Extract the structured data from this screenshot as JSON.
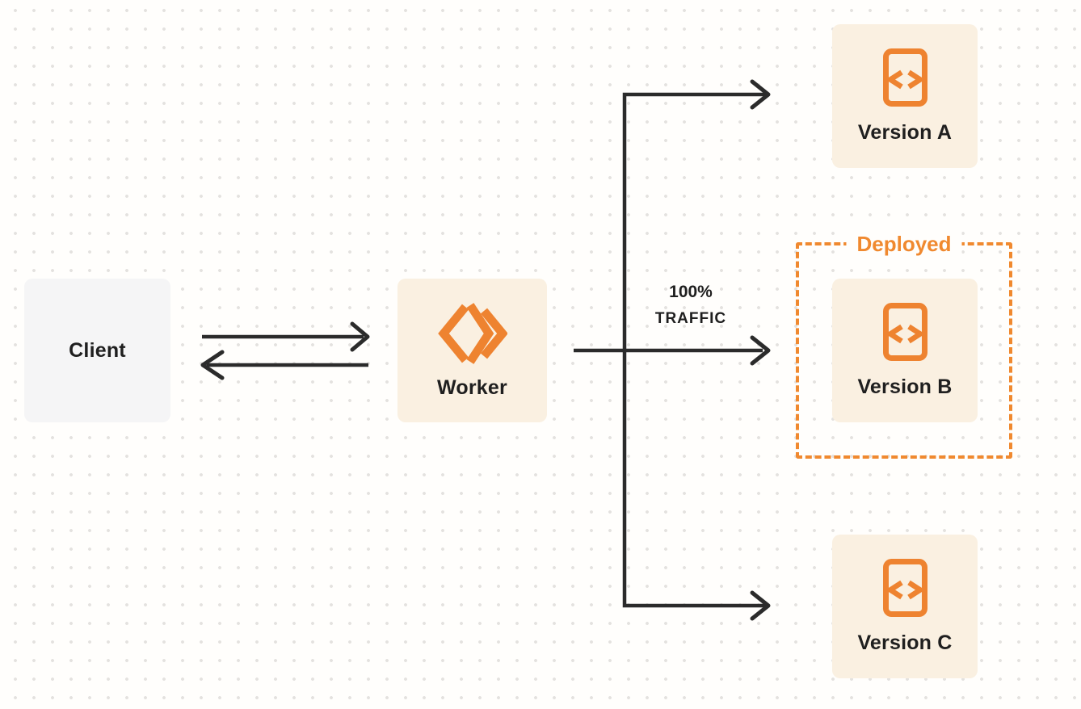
{
  "diagram": {
    "client": {
      "label": "Client"
    },
    "worker": {
      "label": "Worker",
      "icon": "cloudflare-workers-icon"
    },
    "traffic_label": {
      "line1": "100%",
      "line2": "TRAFFIC"
    },
    "deployed_badge": "Deployed",
    "versions": [
      {
        "label": "Version A",
        "icon": "code-document-icon",
        "deployed": false
      },
      {
        "label": "Version B",
        "icon": "code-document-icon",
        "deployed": true
      },
      {
        "label": "Version C",
        "icon": "code-document-icon",
        "deployed": false
      }
    ],
    "colors": {
      "background": "#FFFEFC",
      "dot_grid": "#E4E2DF",
      "client_fill": "#F5F5F6",
      "version_fill": "#FAF0E1",
      "accent_orange": "#EE8330",
      "deployed_orange": "#F0892F",
      "arrow_dark": "#2B2B2B",
      "text_dark": "#1F1F1F"
    }
  }
}
